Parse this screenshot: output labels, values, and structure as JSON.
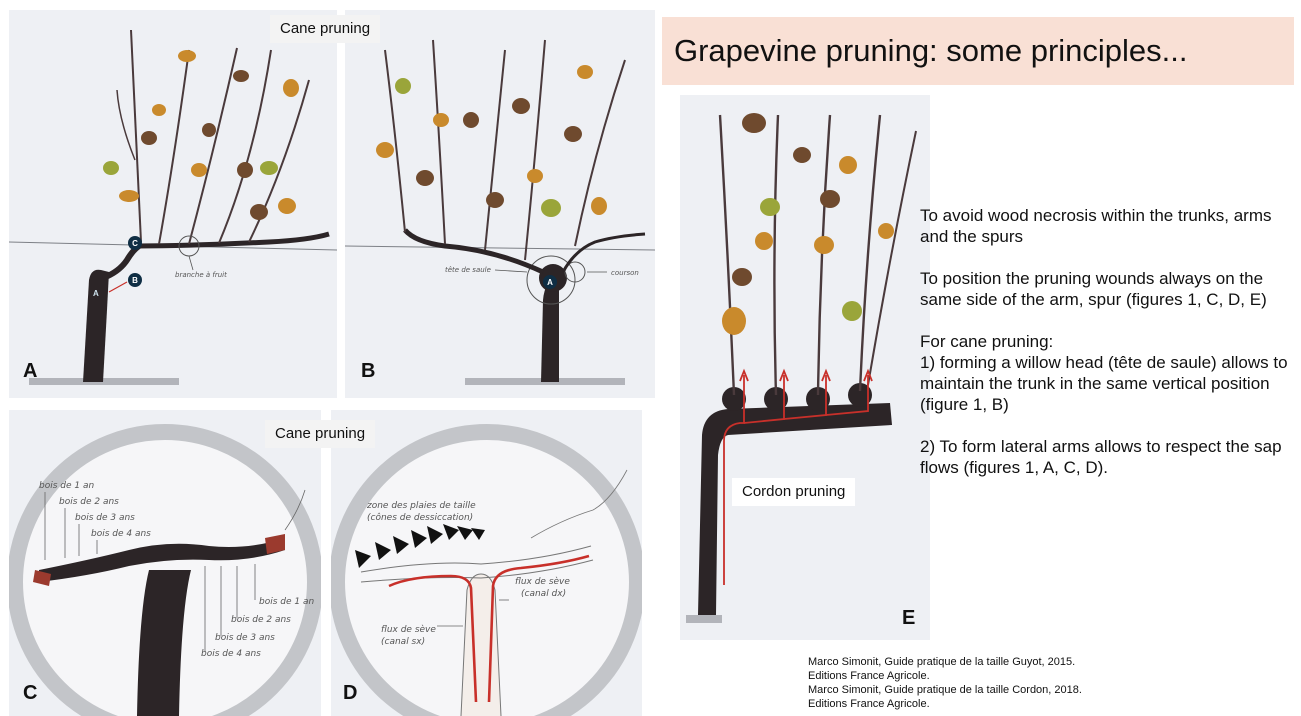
{
  "slide": {
    "title": "Grapevine pruning: some principles...",
    "body": [
      "To avoid wood necrosis within the trunks, arms and the spurs",
      "To position the pruning wounds always on the same side of the arm, spur (figures 1, C, D, E)",
      "For cane pruning:",
      "1) forming a willow  head (tête de saule) allows to maintain the trunk in the same vertical position (figure 1, B)",
      "2) To form lateral arms allows to respect the sap flows (figures 1, A, C, D)."
    ],
    "references": [
      "Marco Simonit, Guide pratique de la taille Guyot, 2015.",
      "Editions France Agricole.",
      "Marco Simonit, Guide pratique de la taille Cordon, 2018.",
      "Editions France Agricole."
    ]
  },
  "figures": {
    "top_caption": "Cane pruning",
    "bottom_caption": "Cane pruning",
    "cordon_caption": "Cordon pruning",
    "panel_letters": {
      "a": "A",
      "b": "B",
      "c": "C",
      "d": "D",
      "e": "E"
    },
    "panel_a": {
      "markers": {
        "c": "C",
        "b": "B",
        "a": "A"
      },
      "label_branch": "branche à fruit"
    },
    "panel_b": {
      "marker": "A",
      "label_head": "tête de saule",
      "label_spur": "courson"
    },
    "panel_c": {
      "labels_left": [
        "bois de 1 an",
        "bois de 2 ans",
        "bois de 3 ans",
        "bois de 4 ans"
      ],
      "labels_right": [
        "bois de 1 an",
        "bois de 2 ans",
        "bois de 3 ans",
        "bois de 4 ans"
      ]
    },
    "panel_d": {
      "zone_line1": "zone des plaies de taille",
      "zone_line2": "(cônes de dessiccation)",
      "flux_left_1": "flux de sève",
      "flux_left_2": "(canal sx)",
      "flux_right_1": "flux de sève",
      "flux_right_2": "(canal dx)"
    }
  },
  "colors": {
    "title_bg": "#f9e0d5",
    "sap_red": "#c8302a",
    "wood": "#2c2527",
    "leaf_gold": "#c98a2c",
    "leaf_green": "#9aa53a"
  }
}
